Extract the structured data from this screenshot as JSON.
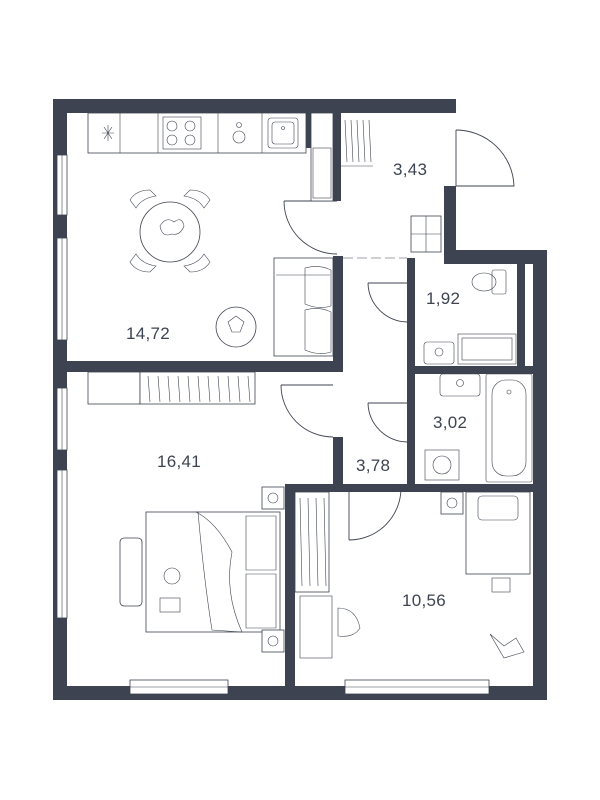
{
  "floorplan": {
    "rooms": [
      {
        "id": "kitchen",
        "area": "14,72"
      },
      {
        "id": "wardrobe",
        "area": "3,43"
      },
      {
        "id": "toilet",
        "area": "1,92"
      },
      {
        "id": "living-room",
        "area": "16,41"
      },
      {
        "id": "hallway",
        "area": "3,78"
      },
      {
        "id": "bathroom",
        "area": "3,02"
      },
      {
        "id": "bedroom",
        "area": "10,56"
      }
    ]
  },
  "colors": {
    "wall": "#3d4350",
    "background": "#ffffff"
  }
}
